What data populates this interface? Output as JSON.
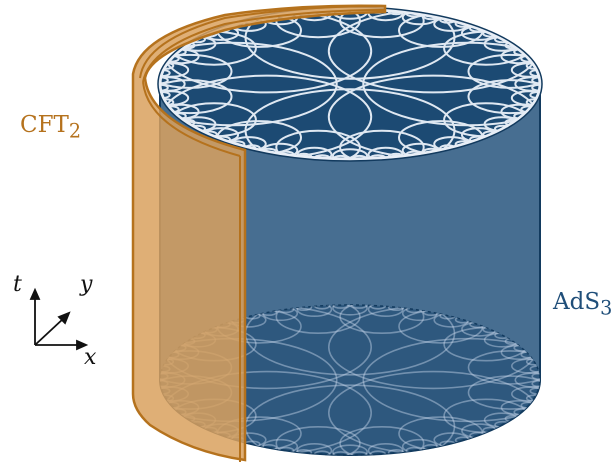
{
  "labels": {
    "boundary_theory": "CFT",
    "boundary_theory_sub": "2",
    "bulk_theory": "AdS",
    "bulk_theory_sub": "3"
  },
  "axes": {
    "t": "t",
    "y": "y",
    "x": "x"
  },
  "colors": {
    "bulk_fill": "#1f4e79",
    "bulk_edge": "#123a5e",
    "boundary_fill": "#d9a15e",
    "boundary_edge": "#b5721d",
    "tiling_lines": "#dfe8f2"
  },
  "icons": {
    "tiling": "hyperbolic-tiling-disk"
  }
}
